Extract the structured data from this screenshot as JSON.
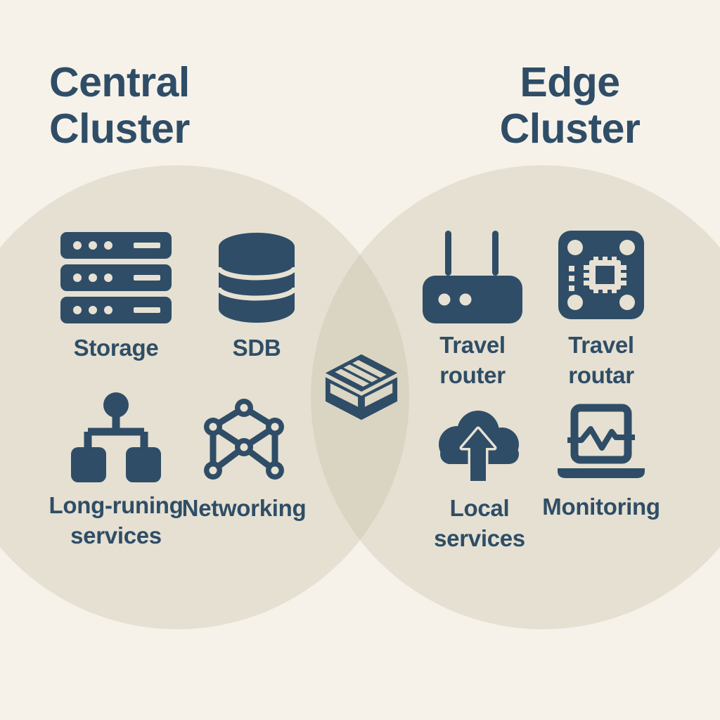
{
  "canvas": {
    "background_color": "#f6f2ea",
    "circle_fill_color": "#c7c0a7",
    "circle_opacity": 0.35,
    "single_circle_color": "#e7e1d3",
    "overlap_color": "#dcd6c4",
    "ink_color": "#2f4d66"
  },
  "left_cluster": {
    "title_lines": [
      "Central",
      "Cluster"
    ],
    "items": [
      {
        "icon": "server-rack-icon",
        "lines": [
          "Storage"
        ]
      },
      {
        "icon": "database-icon",
        "lines": [
          "SDB"
        ]
      },
      {
        "icon": "hierarchy-icon",
        "lines": [
          "Long-runing",
          "services"
        ]
      },
      {
        "icon": "network-graph-icon",
        "lines": [
          "Networking"
        ]
      }
    ]
  },
  "right_cluster": {
    "title_lines": [
      "Edge",
      "Cluster"
    ],
    "items": [
      {
        "icon": "wifi-router-icon",
        "lines": [
          "Travel",
          "router"
        ]
      },
      {
        "icon": "circuit-board-icon",
        "lines": [
          "Travel",
          "routar"
        ]
      },
      {
        "icon": "cloud-upload-icon",
        "lines": [
          "Local",
          "services"
        ]
      },
      {
        "icon": "laptop-monitor-icon",
        "lines": [
          "Monitoring"
        ]
      }
    ]
  },
  "center_overlap": {
    "icon": "package-crate-icon"
  }
}
